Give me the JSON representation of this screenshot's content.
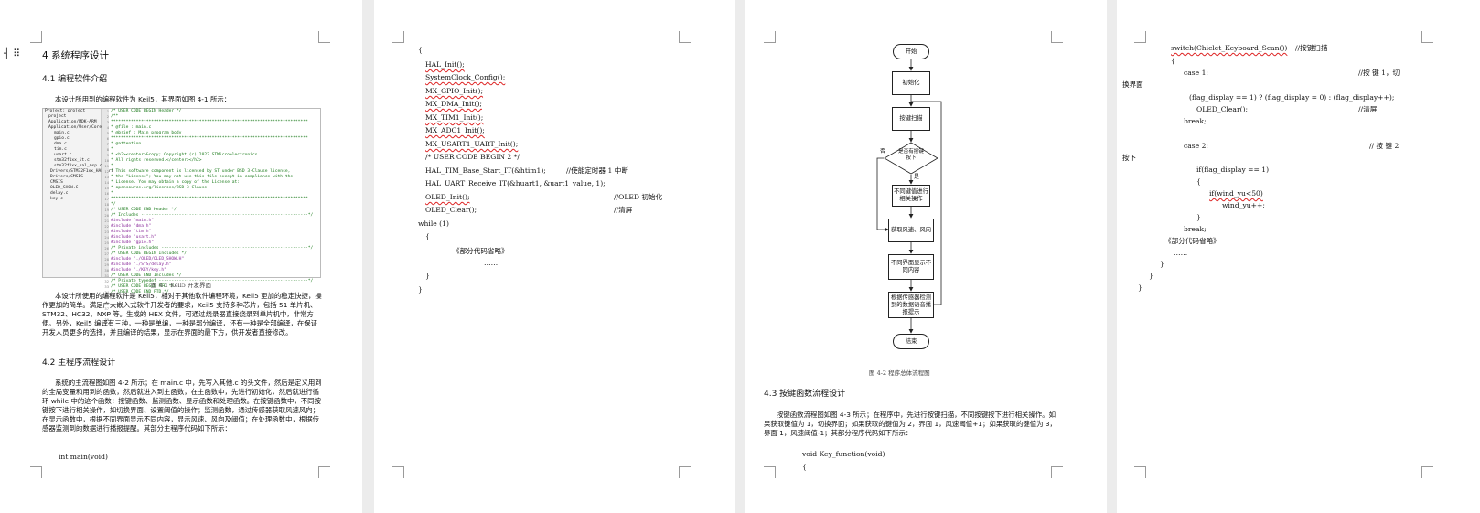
{
  "page1": {
    "heading_ch": "4 系统程序设计",
    "sec41_title": "4.1 编程软件介绍",
    "sec41_intro": "本设计所用到的编程软件为 Keil5，其界面如图 4-1 所示：",
    "fig41_caption": "图 4-1 Keil5 开发界面",
    "sec41_para": "本设计所使用的编程软件是 Keil5，相对于其他软件编程环境，Keil5 更加的稳定快捷，操作更加的简单。满足广大嵌入式软件开发者的要求，Keil5 支持多种芯片，包括 51 单片机、STM32、HC32、NXP 等。生成的 HEX 文件，可通过烧录器直接烧录到单片机中，非常方便。另外，Keil5 编译有三种，一种是单编，一种是部分编译，还有一种是全部编译，在保证开发人员更多的选择，并且编译的结果，显示在界面的最下方，供开发者直接修改。",
    "sec42_title": "4.2 主程序流程设计",
    "sec42_para": "系统的主流程图如图 4-2 所示；在 main.c 中，先写入其他.c 的头文件，然后是定义用到的全局变量和用到的函数，然后就进入到主函数，在主函数中，先进行初始化，然后就进行循环 while 中的这个函数：按键函数、监测函数、显示函数和处理函数。在按键函数中，不同按键按下进行相关操作，如切换界面、设置阈值的操作；监测函数，通过传感器获取风速风向；在显示函数中，根据不同界面显示不同内容，显示风速、风向及阈值；在处理函数中，根据传感器监测到的数据进行播报提醒。其部分主程序代码如下所示：",
    "code_last": "int main(void)",
    "ide_tree": [
      "Project: project",
      "project",
      "Application/MDK-ARM",
      "Application/User/Core",
      "main.c",
      "gpio.c",
      "dma.c",
      "tim.c",
      "usart.c",
      "stm32f1xx_it.c",
      "stm32f1xx_hal_msp.c",
      "Drivers/STM32F1xx_HAL_Dri",
      "Drivers/CMSIS",
      "CMSIS",
      "OLED_SHOW.C",
      "delay.c",
      "key.c"
    ],
    "ide_lines": [
      "/* USER CODE BEGIN Header */",
      "/**",
      "  ******************************************************************************",
      "  * @file           : main.c",
      "  * @brief          : Main program body",
      "  ******************************************************************************",
      "  * @attention",
      "  *",
      "  * <h2><center>&copy; Copyright (c) 2022 STMicroelectronics.",
      "  * All rights reserved.</center></h2>",
      "  *",
      "  * This software component is licensed by ST under BSD 3-Clause license,",
      "  * the \"License\"; You may not use this file except in compliance with the",
      "  * License. You may obtain a copy of the License at:",
      "  *                        opensource.org/licenses/BSD-3-Clause",
      "  *",
      "  ******************************************************************************",
      "  */",
      "/* USER CODE END Header */",
      "/* Includes ------------------------------------------------------------------*/",
      "#include \"main.h\"",
      "#include \"dma.h\"",
      "#include \"tim.h\"",
      "#include \"usart.h\"",
      "#include \"gpio.h\"",
      "",
      "/* Private includes ----------------------------------------------------------*/",
      "/* USER CODE BEGIN Includes */",
      "",
      "#include \"./OLED/OLED_SHOW.H\"",
      "#include \"./SYS/delay.h\"",
      "#include \"./KEY/key.h\"",
      "",
      "/* USER CODE END Includes */",
      "",
      "/* Private typedef -----------------------------------------------------------*/",
      "/* USER CODE BEGIN PTD */",
      "",
      "/* USER CODE END PTD */"
    ]
  },
  "page2": {
    "brace_open": "{",
    "l1": "HAL_Init();",
    "l2": "SystemClock_Config();",
    "l3": "MX_GPIO_Init();",
    "l4": "MX_DMA_Init();",
    "l5": "MX_TIM1_Init();",
    "l6": "MX_ADC1_Init();",
    "l7": "MX_USART1_UART_Init();",
    "l8": "/* USER CODE BEGIN 2 */",
    "l9": "HAL_TIM_Base_Start_IT(&htim1);",
    "l9c": "//使能定时器 1 中断",
    "l10": "HAL_UART_Receive_IT(&huart1, &uart1_value, 1);",
    "l11": "OLED_Init();",
    "l11c": "//OLED 初始化",
    "l12": "OLED_Clear();",
    "l12c": "//清屏",
    "l13": "while (1)",
    "l14": "{",
    "l15": "《部分代码省略》",
    "l16": "……",
    "l17": "}",
    "l18": "}"
  },
  "page3": {
    "fc_start": "开始",
    "fc_init": "初始化",
    "fc_scan": "按键扫描",
    "fc_decision": "是否有按键按下",
    "fc_no": "否",
    "fc_yes": "是",
    "fc_action": "不同键值进行相关操作",
    "fc_get": "获取风速、风向",
    "fc_show": "不同界面显示不同内容",
    "fc_alarm": "根据传感器检测到的数据语音播报提示",
    "fc_end": "结束",
    "fig_caption": "图 4-2  程序总体流程图",
    "sec43_title": "4.3  按键函数流程设计",
    "sec43_para": "按键函数流程图如图 4-3 所示；在程序中，先进行按键扫描，不同按键按下进行相关操作。如果获取键值为 1，切换界面；如果获取的键值为 2，界面 1，风速阈值+1；如果获取的键值为 3，界面 1，风速阈值-1；其部分程序代码如下所示：",
    "code1": "void Key_function(void)",
    "code2": "{"
  },
  "page4": {
    "l1": "switch(Chiclet_Keyboard_Scan())",
    "l1c": "//按键扫描",
    "l2": "{",
    "l3": "case 1:",
    "l3c": "//按 键  1，切",
    "l3w": "换界面",
    "l4": "(flag_display == 1) ? (flag_display = 0) : (flag_display++);",
    "l5": "OLED_Clear();",
    "l5c": "//清屏",
    "l6": "break;",
    "l7": "case 2:",
    "l7c": "// 按 键  2",
    "l7w": "按下",
    "l8": "if(flag_display == 1)",
    "l9": "{",
    "l10": "if(wind_yu<50)",
    "l11": "wind_yu++;",
    "l12": "}",
    "l13": "break;",
    "l14": "《部分代码省略》",
    "l15": "……",
    "l16": "}",
    "l17": "}",
    "l18": "}"
  }
}
